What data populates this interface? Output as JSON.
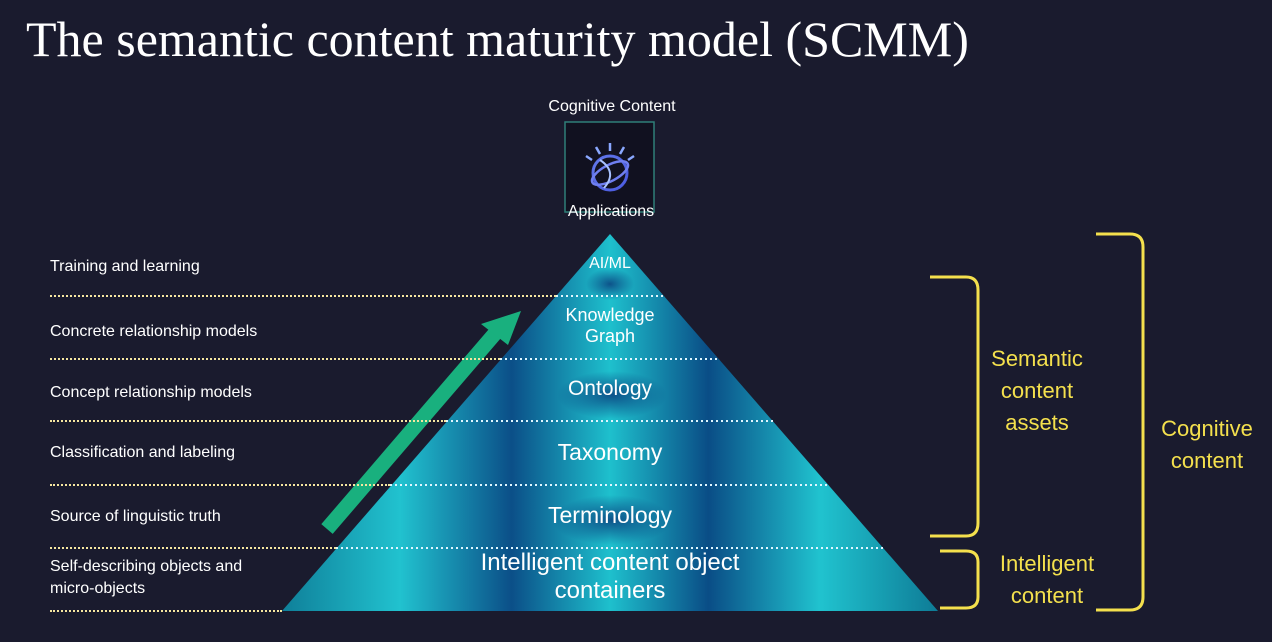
{
  "title": "The semantic content maturity model (SCMM)",
  "top": {
    "cognitive_content_label": "Cognitive Content",
    "applications_label": "Applications",
    "icon": "watson-globe-icon"
  },
  "levels": [
    {
      "left_label": "Training and learning",
      "tier_label": "AI/ML"
    },
    {
      "left_label": "Concrete relationship models",
      "tier_label": "Knowledge Graph"
    },
    {
      "left_label": "Concept relationship models",
      "tier_label": "Ontology"
    },
    {
      "left_label": "Classification and labeling",
      "tier_label": "Taxonomy"
    },
    {
      "left_label": "Source of linguistic truth",
      "tier_label": "Terminology"
    },
    {
      "left_label": "Self-describing objects and micro-objects",
      "tier_label": "Intelligent content object containers"
    }
  ],
  "brackets": {
    "semantic": "Semantic content assets",
    "intelligent": "Intelligent content",
    "cognitive": "Cognitive content"
  },
  "colors": {
    "background": "#1a1b2e",
    "pyramid_light": "#1fc3cf",
    "pyramid_dark": "#0a4c86",
    "arrow": "#19b07e",
    "bracket": "#f4e04d",
    "dotted_line": "#f5e6a0"
  }
}
